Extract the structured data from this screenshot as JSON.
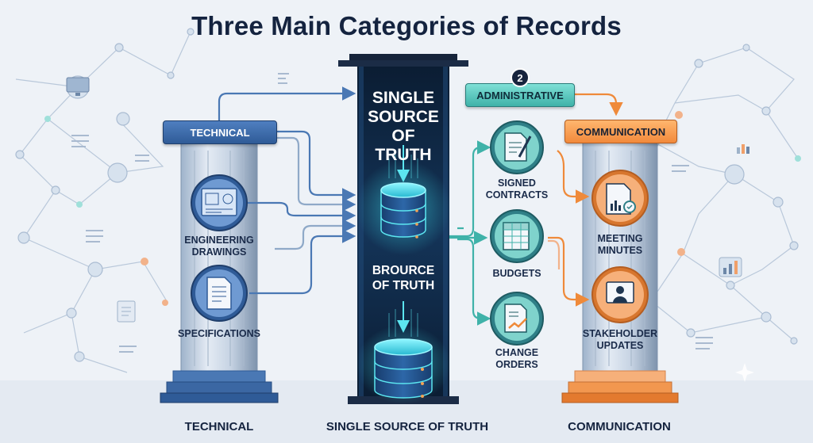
{
  "title": "Three Main Categories of Records",
  "badge": "2",
  "technical": {
    "plaque": "TECHNICAL",
    "items": [
      "ENGINEERING DRAWINGS",
      "SPECIFICATIONS"
    ],
    "bottom_label": "TECHNICAL",
    "color": "#2f5b97"
  },
  "center": {
    "top_text": "SINGLE SOURCE OF TRUTH",
    "mid_text": "BROURCE OF TRUTH",
    "bottom_label": "SINGLE SOURCE OF TRUTH",
    "color": "#0d2540",
    "glow": "#3fe3ee"
  },
  "administrative": {
    "plaque": "ADMINISTRATIVE",
    "items": [
      "SIGNED CONTRACTS",
      "BUDGETS",
      "CHANGE ORDERS"
    ],
    "color": "#3fb2a9"
  },
  "communication": {
    "plaque": "COMMUNICATION",
    "items": [
      "MEETING MINUTES",
      "STAKEHOLDER UPDATES"
    ],
    "bottom_label": "COMMUNICATION",
    "color": "#f28a3c"
  },
  "icons": {
    "engineering": "blueprint-icon",
    "specifications": "document-icon",
    "contracts": "signed-contract-icon",
    "budgets": "spreadsheet-icon",
    "change_orders": "trend-document-icon",
    "minutes": "minutes-chart-icon",
    "stakeholder": "presentation-person-icon",
    "database": "database-icon"
  }
}
